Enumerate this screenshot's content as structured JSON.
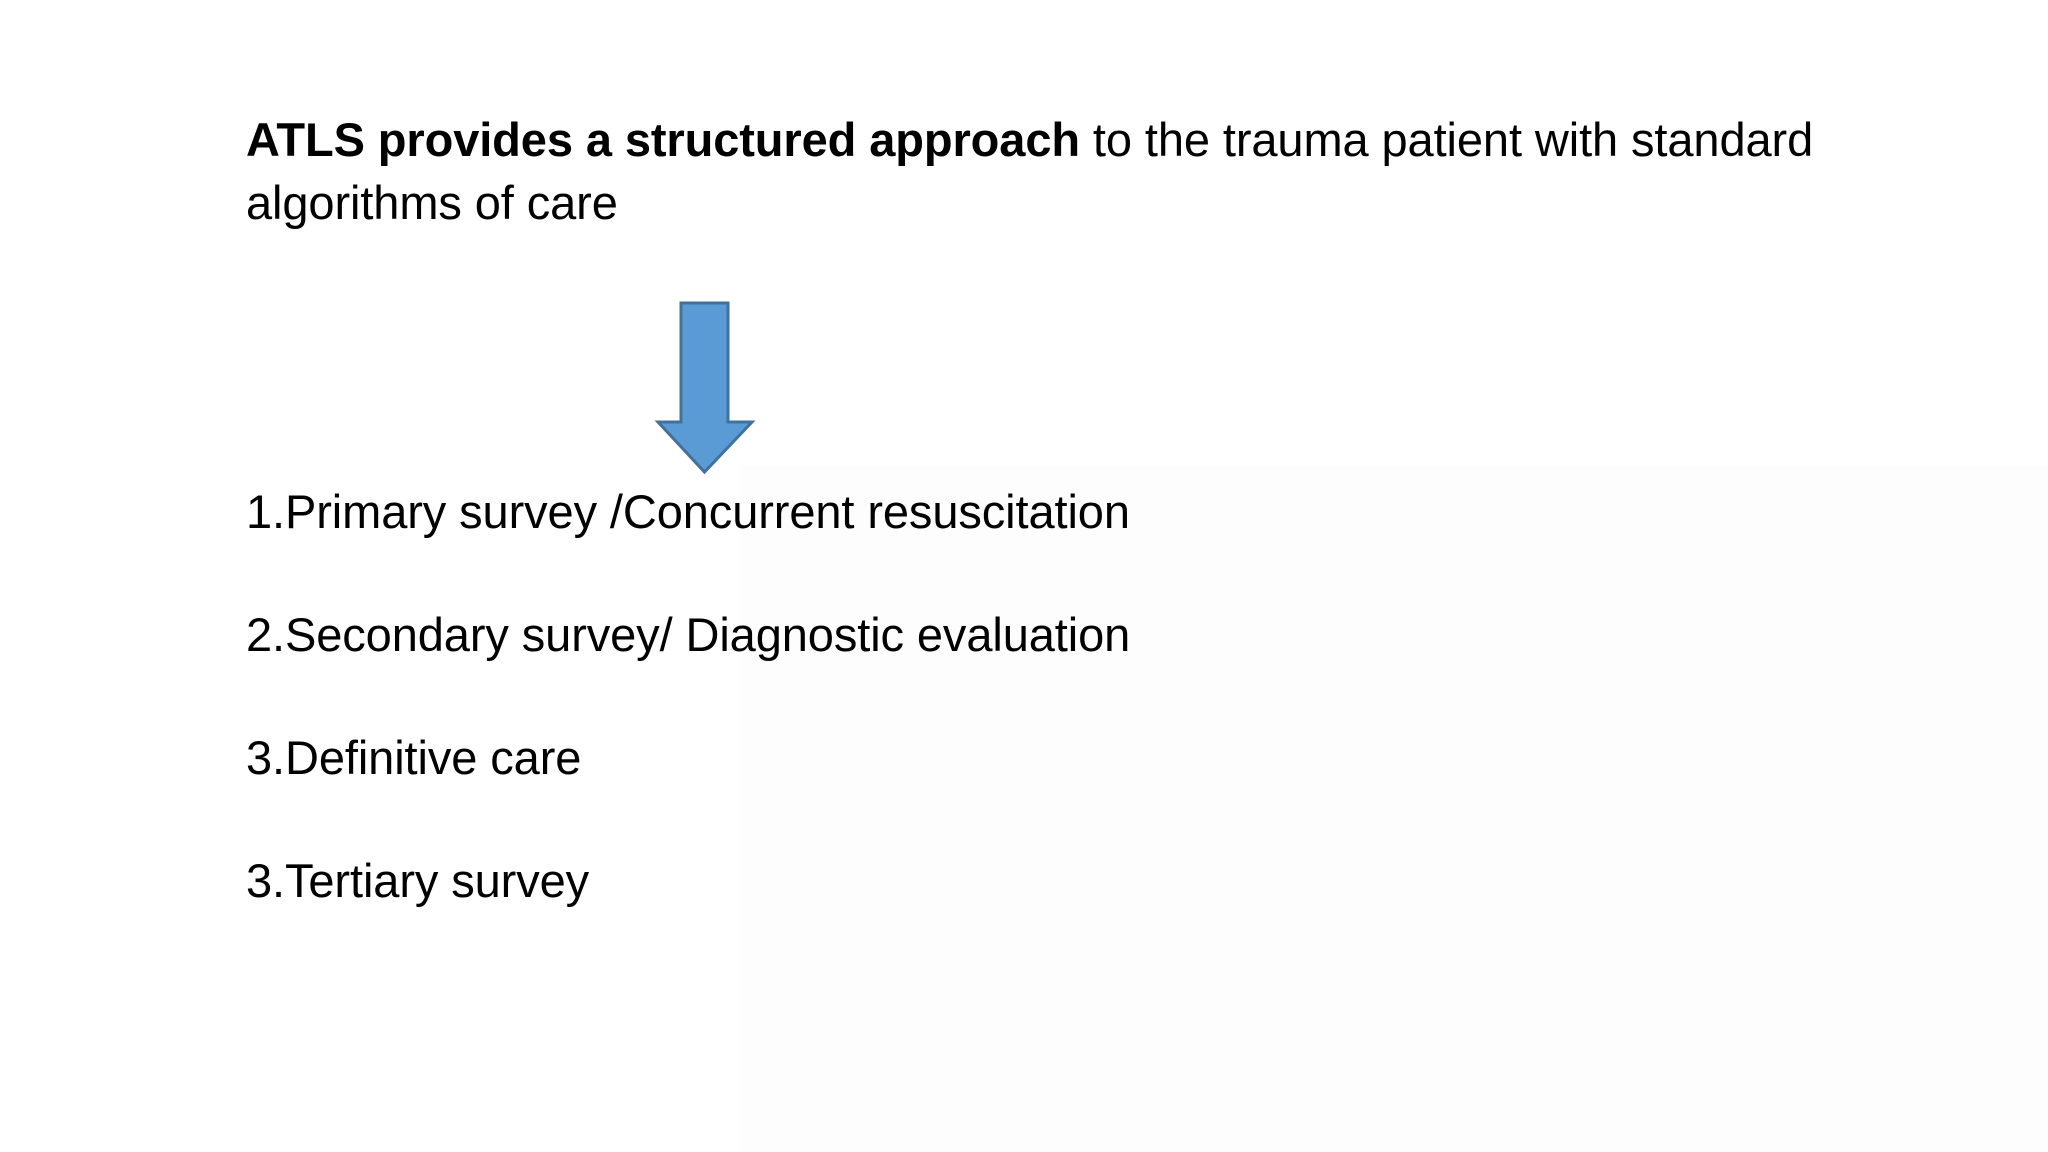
{
  "slide": {
    "background_color": "#ffffff",
    "text_color": "#000000",
    "heading": {
      "bold_lead": "ATLS provides a structured approach",
      "rest": " to the trauma patient with standard algorithms of care",
      "full_text": "ATLS provides a structured approach to the trauma patient with standard algorithms of care"
    },
    "arrow": {
      "icon": "down-arrow-icon",
      "direction": "down",
      "fill_color": "#5b9bd5",
      "outline_color": "#41719c"
    },
    "list": {
      "items": [
        {
          "number": "1.",
          "label": "Primary survey /Concurrent resuscitation",
          "text": "1.Primary survey /Concurrent resuscitation"
        },
        {
          "number": "2.",
          "label": "Secondary survey/ Diagnostic evaluation",
          "text": "2.Secondary survey/ Diagnostic evaluation"
        },
        {
          "number": "3.",
          "label": "Definitive care",
          "text": "3.Definitive care"
        },
        {
          "number": "3.",
          "label": "Tertiary survey",
          "text": "3.Tertiary survey"
        }
      ]
    }
  }
}
